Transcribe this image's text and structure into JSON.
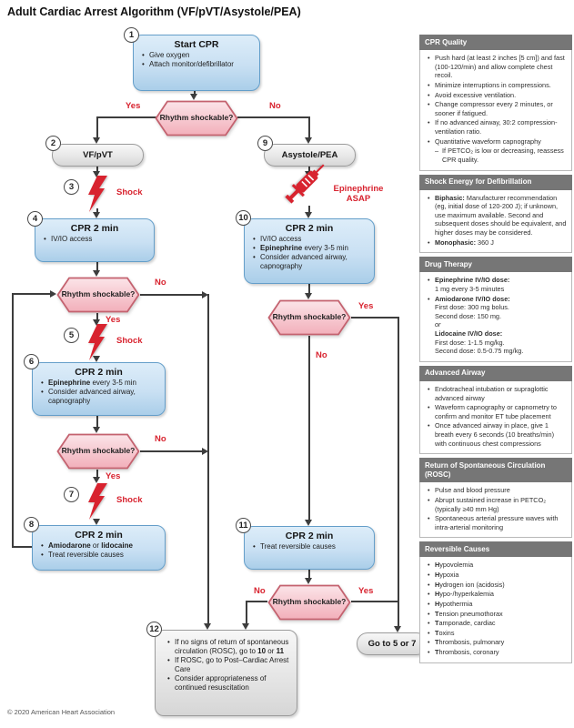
{
  "title": "Adult Cardiac Arrest Algorithm (VF/pVT/Asystole/PEA)",
  "footer": "© 2020 American Heart Association",
  "labels": {
    "yes": "Yes",
    "no": "No",
    "shock": "Shock",
    "epi_asap": "Epinephrine\nASAP"
  },
  "flow": {
    "decision": "Rhythm shockable?",
    "step1": {
      "num": "1",
      "title": "Start CPR",
      "bullets": [
        "Give oxygen",
        "Attach monitor/defibrillator"
      ]
    },
    "step2": {
      "num": "2",
      "label": "VF/pVT"
    },
    "step3": {
      "num": "3"
    },
    "step4": {
      "num": "4",
      "title": "CPR 2 min",
      "bullets": [
        "IV/IO access"
      ]
    },
    "step5": {
      "num": "5"
    },
    "step6": {
      "num": "6",
      "title": "CPR 2 min",
      "bullets": [
        "**Epinephrine** every 3-5 min",
        "Consider advanced airway, capnography"
      ]
    },
    "step7": {
      "num": "7"
    },
    "step8": {
      "num": "8",
      "title": "CPR 2 min",
      "bullets": [
        "**Amiodarone** or **lidocaine**",
        "Treat reversible causes"
      ]
    },
    "step9": {
      "num": "9",
      "label": "Asystole/PEA"
    },
    "step10": {
      "num": "10",
      "title": "CPR 2 min",
      "bullets": [
        "IV/IO access",
        "**Epinephrine** every 3-5 min",
        "Consider advanced airway, capnography"
      ]
    },
    "step11": {
      "num": "11",
      "title": "CPR 2 min",
      "bullets": [
        "Treat reversible causes"
      ]
    },
    "step12": {
      "num": "12",
      "bullets": [
        "If no signs of return of spontaneous circulation (ROSC), go to **10** or **11**",
        "If ROSC, go to Post–Cardiac Arrest Care",
        "Consider appropriateness of continued resuscitation"
      ]
    },
    "goto57": "Go to 5 or 7"
  },
  "sidebar": {
    "sections": [
      {
        "heading": "CPR Quality",
        "items": [
          "Push hard (at least 2 inches [5 cm]) and fast (100-120/min) and allow complete chest recoil.",
          "Minimize interruptions in compressions.",
          "Avoid excessive ventilation.",
          "Change compressor every 2 minutes, or sooner if fatigued.",
          "If no advanced airway, 30:2 compression-ventilation ratio.",
          "Quantitative waveform capnography",
          "– If PETCO₂ is low or decreasing, reassess CPR quality."
        ]
      },
      {
        "heading": "Shock Energy for Defibrillation",
        "items": [
          "**Biphasic:** Manufacturer recommendation (eg, initial dose of 120-200 J); if unknown, use maximum available. Second and subsequent doses should be equivalent, and higher doses may be considered.",
          "**Monophasic:** 360 J"
        ]
      },
      {
        "heading": "Drug Therapy",
        "items": [
          "**Epinephrine IV/IO dose:**\n1 mg every 3-5 minutes",
          "**Amiodarone IV/IO dose:**\nFirst dose: 300 mg bolus.\nSecond dose: 150 mg.\n*or*\n**Lidocaine IV/IO dose:**\nFirst dose: 1-1.5 mg/kg.\nSecond dose: 0.5-0.75 mg/kg."
        ]
      },
      {
        "heading": "Advanced Airway",
        "items": [
          "Endotracheal intubation or supraglottic advanced airway",
          "Waveform capnography or capnometry to confirm and monitor ET tube placement",
          "Once advanced airway in place, give 1 breath every 6 seconds (10 breaths/min) with continuous chest compressions"
        ]
      },
      {
        "heading": "Return of Spontaneous Circulation (ROSC)",
        "items": [
          "Pulse and blood pressure",
          "Abrupt sustained increase in PETCO₂ (typically ≥40 mm Hg)",
          "Spontaneous arterial pressure waves with intra-arterial monitoring"
        ]
      },
      {
        "heading": "Reversible Causes",
        "items": [
          "**H**ypovolemia",
          "**H**ypoxia",
          "**H**ydrogen ion (acidosis)",
          "**H**ypo-/hyperkalemia",
          "**H**ypothermia",
          "**T**ension pneumothorax",
          "**T**amponade, cardiac",
          "**T**oxins",
          "**T**hrombosis, pulmonary",
          "**T**hrombosis, coronary"
        ]
      }
    ]
  }
}
